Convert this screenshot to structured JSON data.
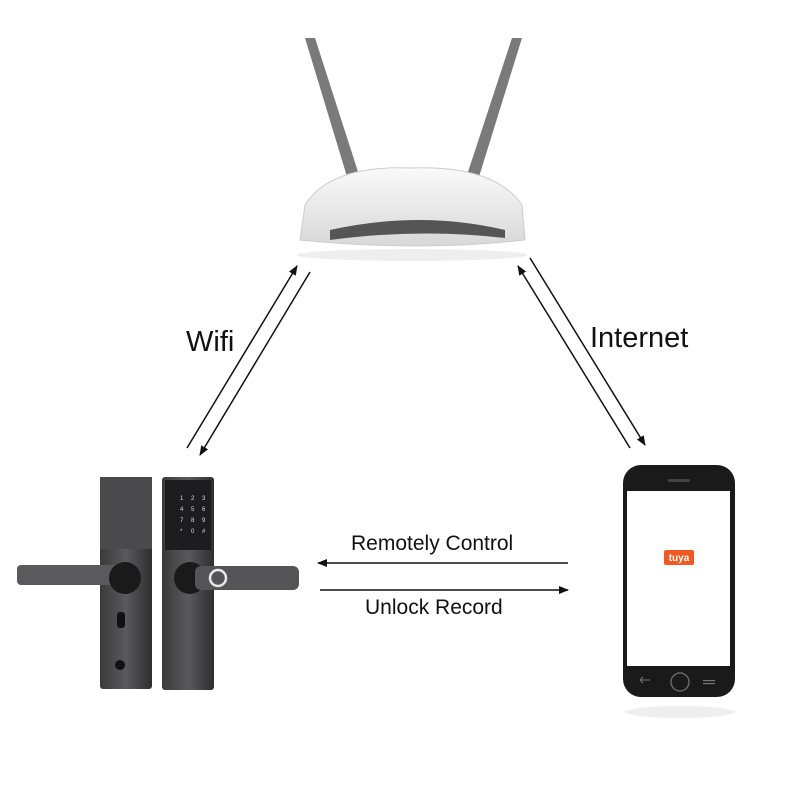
{
  "labels": {
    "wifi": "Wifi",
    "internet": "Internet",
    "remote": "Remotely Control",
    "record": "Unlock Record"
  },
  "phone": {
    "logo": "tuya",
    "brand_color": "#f05a22"
  },
  "lock": {
    "keypad": [
      "1",
      "2",
      "3",
      "4",
      "5",
      "6",
      "7",
      "8",
      "9",
      "*",
      "0",
      "#"
    ]
  }
}
